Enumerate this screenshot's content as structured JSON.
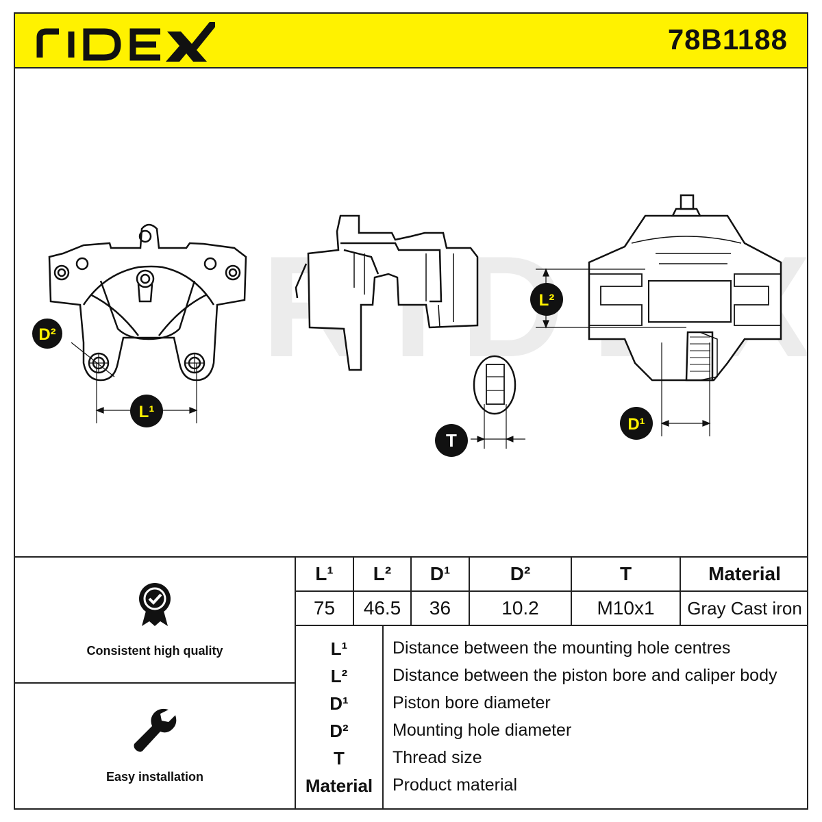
{
  "brand": "RIDEX",
  "part_number": "78B1188",
  "watermark": "RIDEX",
  "dimension_labels": {
    "l1": "L¹",
    "l2": "L²",
    "d1": "D¹",
    "d2": "D²",
    "t": "T"
  },
  "features": [
    {
      "label": "Consistent high quality",
      "icon": "quality-badge-icon"
    },
    {
      "label": "Easy installation",
      "icon": "wrench-icon"
    }
  ],
  "spec_table": {
    "headers": [
      "L¹",
      "L²",
      "D¹",
      "D²",
      "T",
      "Material"
    ],
    "values": [
      "75",
      "46.5",
      "36",
      "10.2",
      "M10x1",
      "Gray Cast iron"
    ]
  },
  "legend": [
    {
      "symbol": "L¹",
      "description": "Distance between the mounting hole centres"
    },
    {
      "symbol": "L²",
      "description": "Distance between the piston bore and caliper body"
    },
    {
      "symbol": "D¹",
      "description": "Piston bore diameter"
    },
    {
      "symbol": "D²",
      "description": "Mounting hole diameter"
    },
    {
      "symbol": "T",
      "description": "Thread size"
    },
    {
      "symbol": "Material",
      "description": "Product material"
    }
  ],
  "colors": {
    "accent": "#fff200",
    "ink": "#111111",
    "watermark": "#e6e6e6"
  }
}
